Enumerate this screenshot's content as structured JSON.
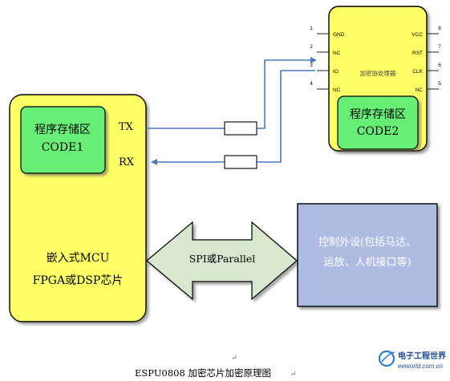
{
  "mcu": {
    "code_area_line1": "程序存储区",
    "code_area_line2": "CODE1",
    "tx_label": "TX",
    "rx_label": "RX",
    "body_line1": "嵌入式MCU",
    "body_line2": "FPGA或DSP芯片"
  },
  "coprocessor": {
    "title": "加密协处理器",
    "code_area_line1": "程序存储区",
    "code_area_line2": "CODE2",
    "pins_left": [
      {
        "num": "1",
        "name": "GND"
      },
      {
        "num": "2",
        "name": "NC"
      },
      {
        "num": "3",
        "name": "IO"
      },
      {
        "num": "4",
        "name": "NC"
      }
    ],
    "pins_right": [
      {
        "num": "8",
        "name": "VCC"
      },
      {
        "num": "7",
        "name": "RST"
      },
      {
        "num": "6",
        "name": "CLK"
      },
      {
        "num": "5",
        "name": "NC"
      }
    ]
  },
  "interface_arrow_label": "SPI或Parallel",
  "peripheral": {
    "line1": "控制外设(包括马达、",
    "line2": "运放、人机接口等)"
  },
  "caption": "ESPU0808 加密芯片加密原理图",
  "watermark": {
    "brand": "电子工程世界",
    "url": "eeworld.com.cn"
  },
  "colors": {
    "chip_yellow": "#ffff66",
    "code_green": "#66ee77",
    "peripheral_blue": "#aebbe2",
    "arrow_fill": "#d7e8cf",
    "wire_blue": "#4a78c0"
  }
}
